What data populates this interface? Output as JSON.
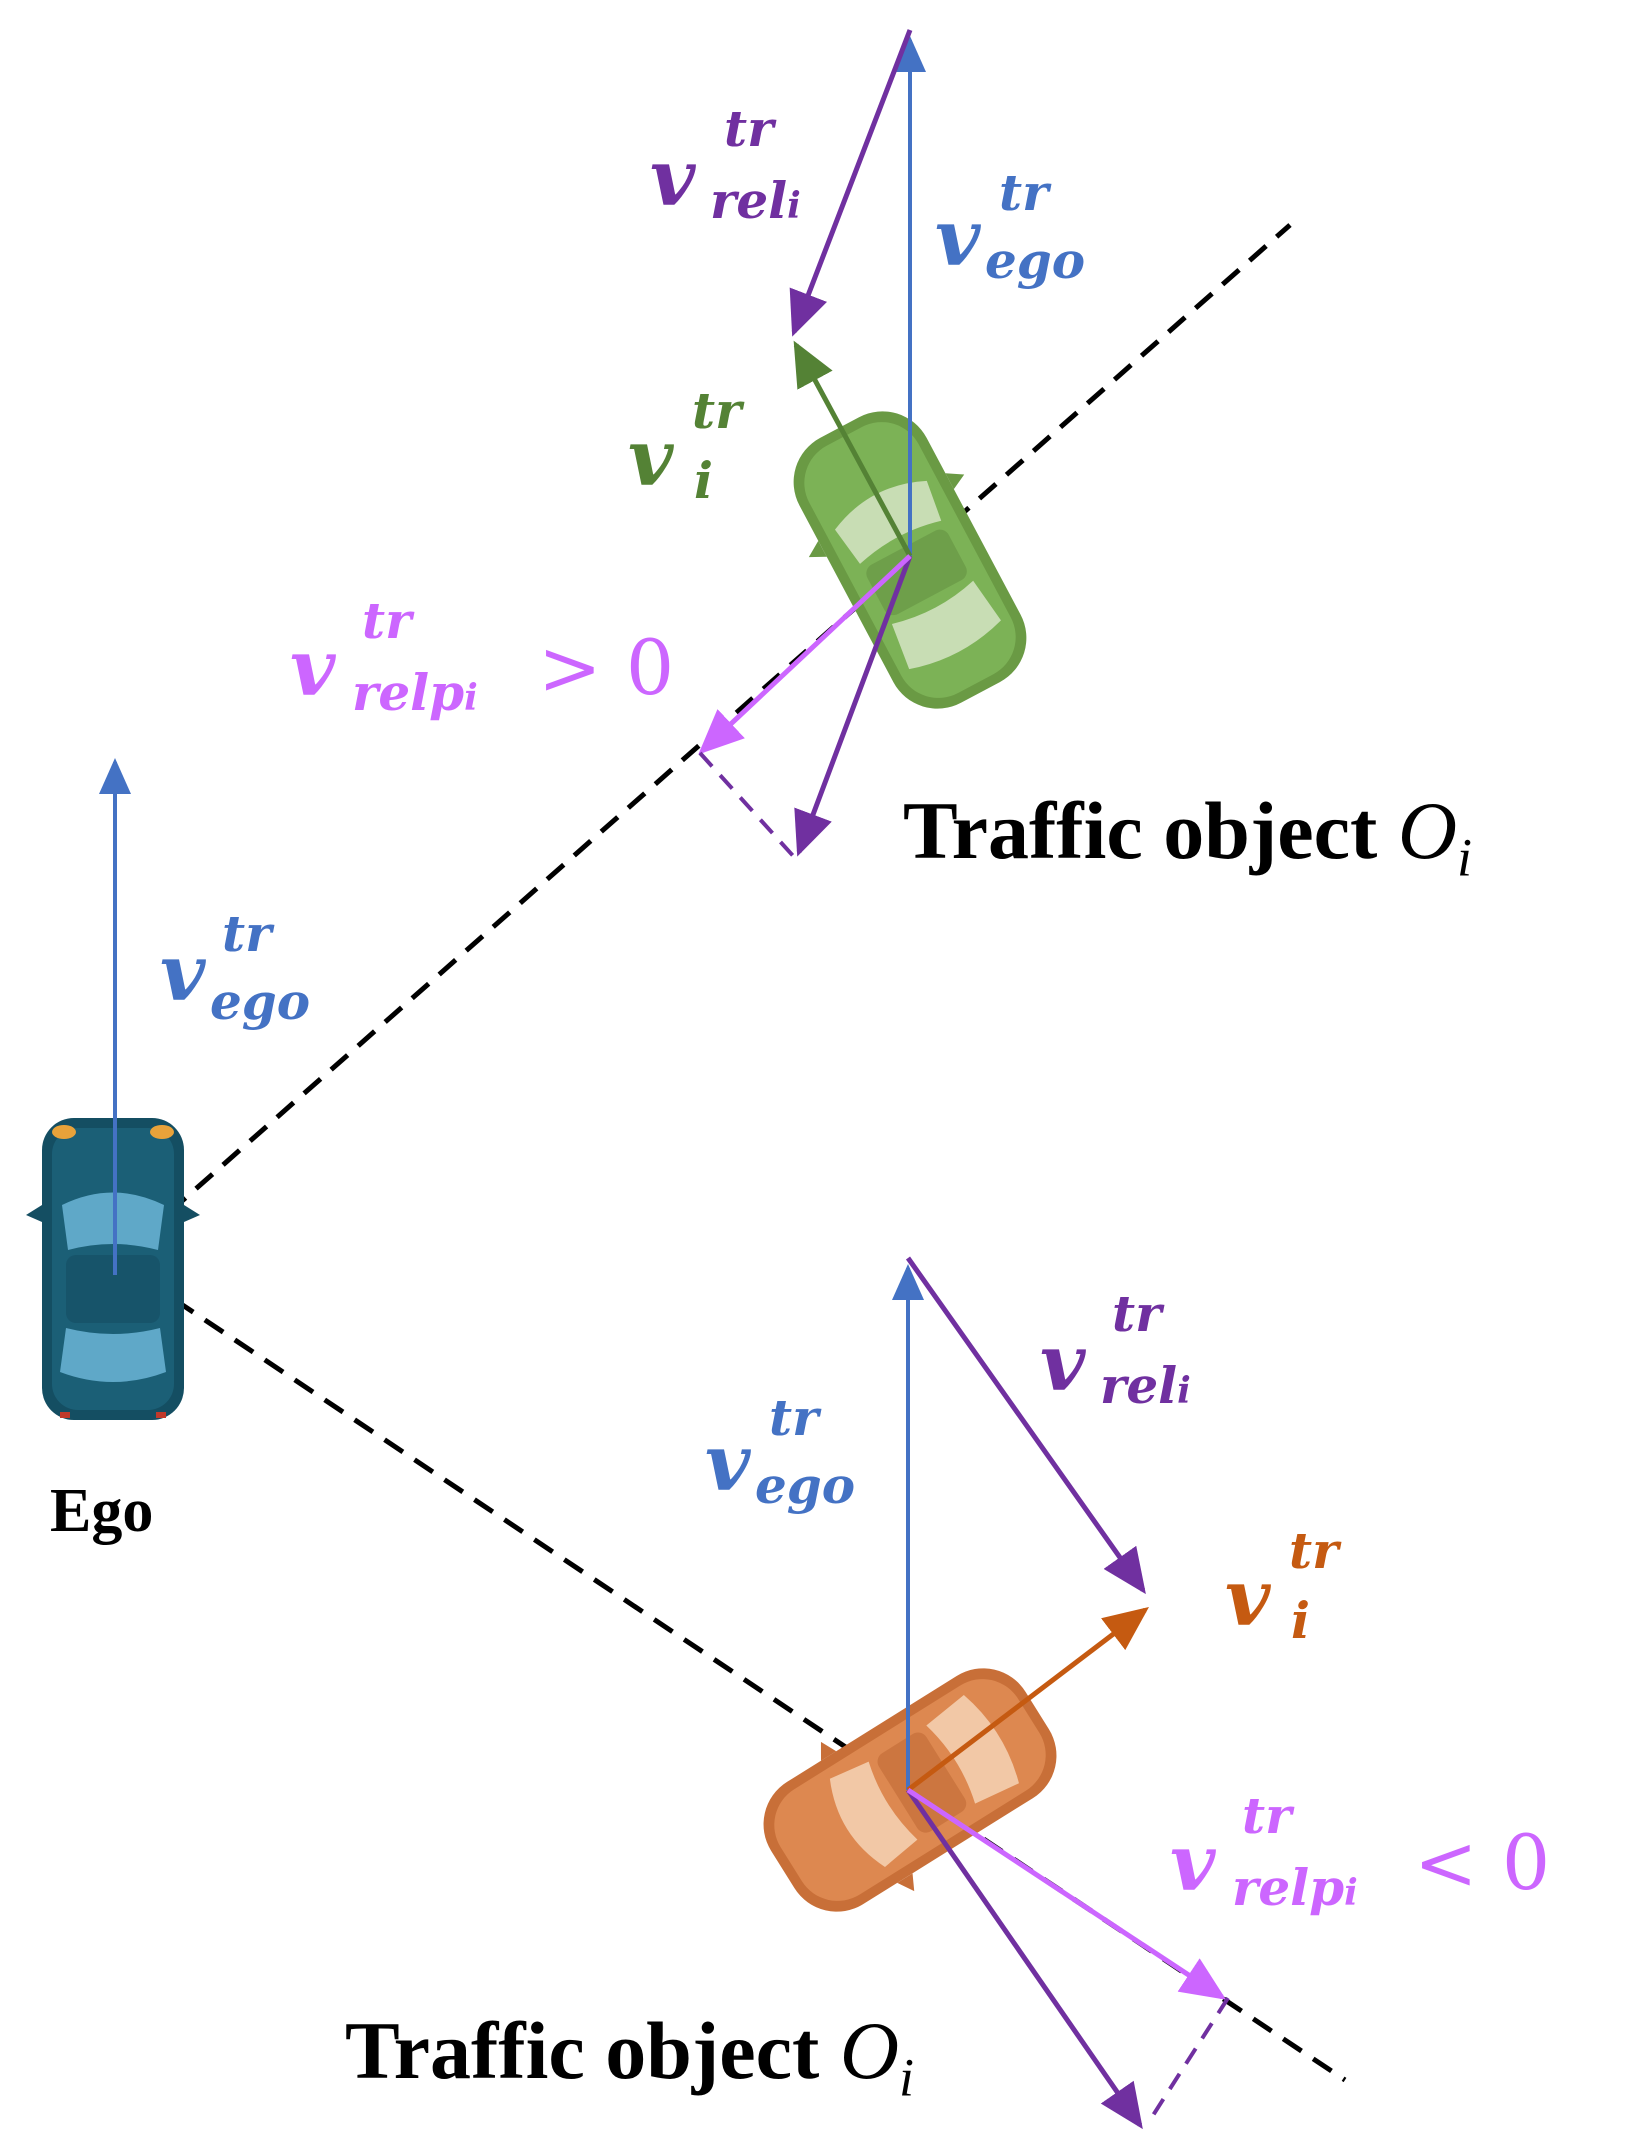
{
  "diagram": {
    "colors": {
      "ego_vector": "#4472c4",
      "relative_vector": "#7030a0",
      "projected_vector": "#cc66ff",
      "object_a_vector": "#548235",
      "object_b_vector": "#c55a11",
      "dashed_line": "#000000",
      "ego_car": "#1b5a6e",
      "object_a_car": "#76a84f",
      "object_b_car": "#d9834f"
    },
    "ego": {
      "label": "Ego"
    },
    "top_scenario": {
      "caption": "Traffic object ",
      "caption_symbol": "O",
      "caption_sub": "i",
      "v_rel": {
        "sym": "v",
        "sup": "tr",
        "sub": "rel",
        "sub2": "i"
      },
      "v_ego": {
        "sym": "v",
        "sup": "tr",
        "sub": "ego"
      },
      "v_i": {
        "sym": "v",
        "sup": "tr",
        "sub": "i"
      },
      "v_relp": {
        "sym": "v",
        "sup": "tr",
        "sub": "relp",
        "sub2": "i",
        "tail": " > 0"
      }
    },
    "bottom_scenario": {
      "caption": "Traffic object ",
      "caption_symbol": "O",
      "caption_sub": "i",
      "v_rel": {
        "sym": "v",
        "sup": "tr",
        "sub": "rel",
        "sub2": "i"
      },
      "v_ego": {
        "sym": "v",
        "sup": "tr",
        "sub": "ego"
      },
      "v_i": {
        "sym": "v",
        "sup": "tr",
        "sub": "i"
      },
      "v_relp": {
        "sym": "v",
        "sup": "tr",
        "sub": "relp",
        "sub2": "i",
        "tail": " < 0"
      }
    },
    "left_v_ego": {
      "sym": "v",
      "sup": "tr",
      "sub": "ego"
    }
  }
}
